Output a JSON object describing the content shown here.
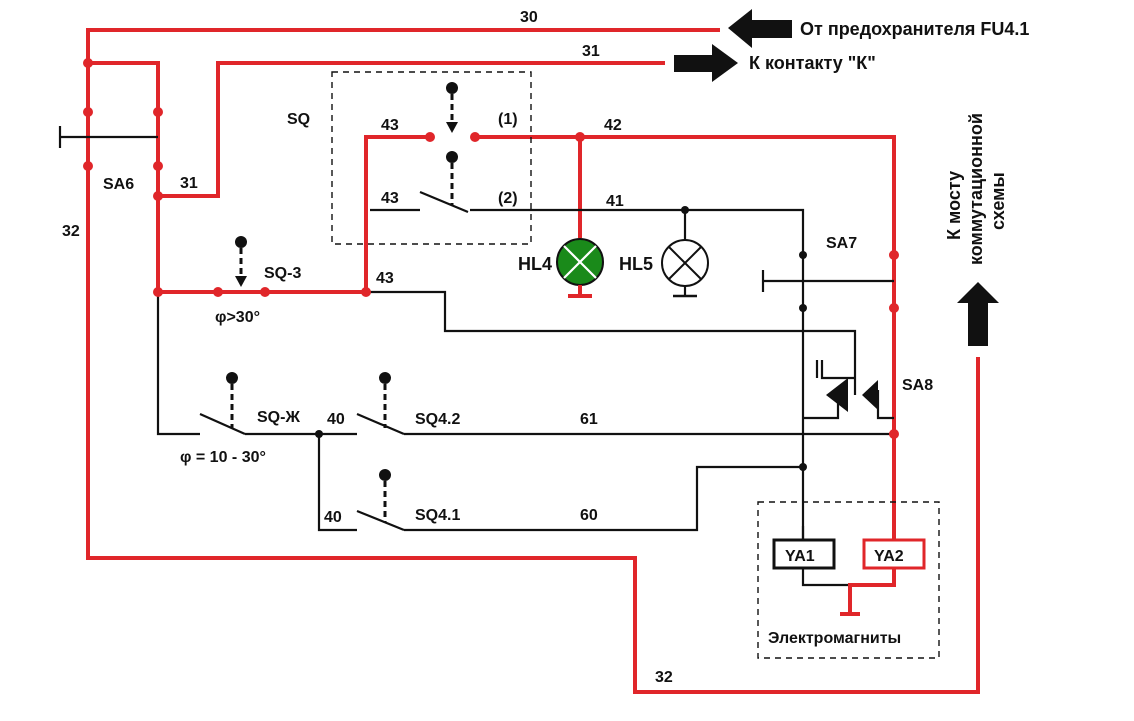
{
  "colors": {
    "power_line": "#e0262a",
    "signal_line": "#111111",
    "lamp_green": "#1a8a1a"
  },
  "arrows": {
    "fuse": "От предохранителя FU4.1",
    "contact": "К контакту  \"К\"",
    "bridge_line1": "К мосту",
    "bridge_line2": "коммутационной",
    "bridge_line3": "схемы"
  },
  "wires": {
    "w30": "30",
    "w31_top": "31",
    "w31_left": "31",
    "w32_left": "32",
    "w32_bottom": "32",
    "w43_a": "43",
    "w43_b": "43",
    "w43_c": "43",
    "w42": "42",
    "w41": "41",
    "w40_a": "40",
    "w40_b": "40",
    "w61": "61",
    "w60": "60",
    "pos1": "(1)",
    "pos2": "(2)"
  },
  "components": {
    "sq": "SQ",
    "sa6": "SA6",
    "sq3": "SQ-3",
    "phi_gt30": "φ>30°",
    "hl4": "HL4",
    "hl5": "HL5",
    "sa7": "SA7",
    "sa8": "SA8",
    "sqzh": "SQ-Ж",
    "phi_range": "φ = 10 - 30°",
    "sq42": "SQ4.2",
    "sq41": "SQ4.1",
    "ya1": "YA1",
    "ya2": "YA2",
    "electromagnets": "Электромагниты"
  }
}
